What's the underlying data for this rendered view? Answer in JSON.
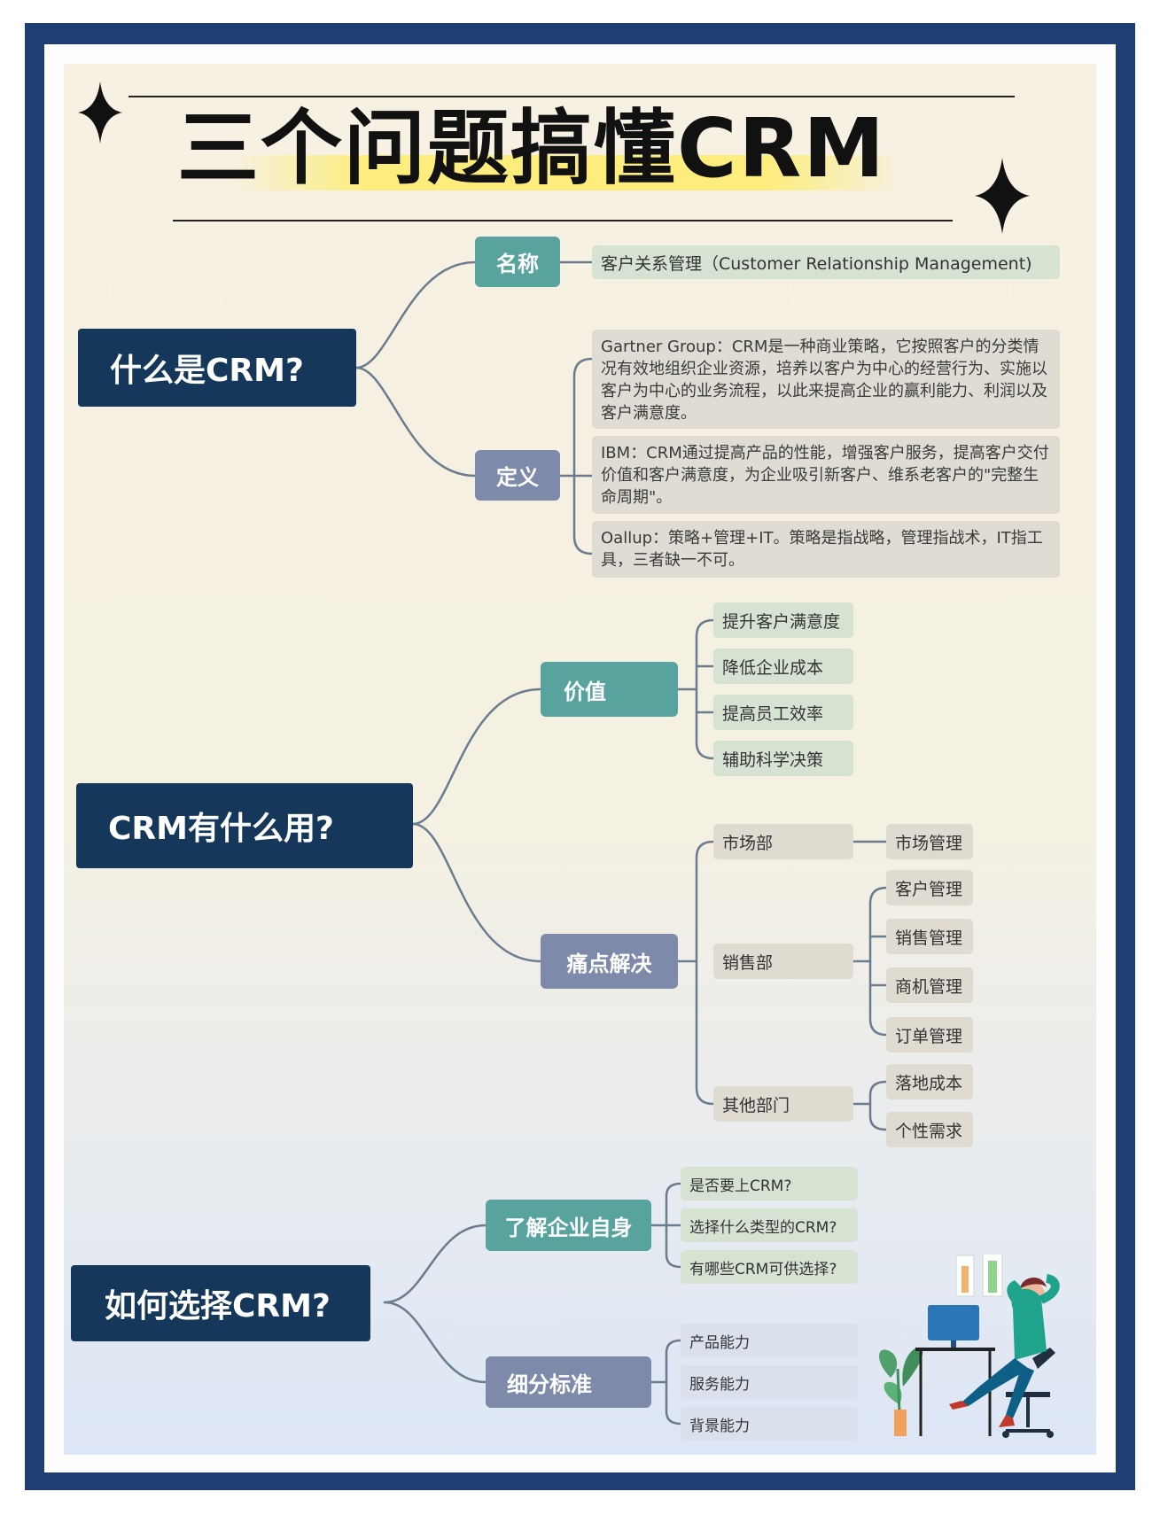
{
  "title": "三个问题搞懂CRM",
  "sections": {
    "what": {
      "label": "什么是CRM?",
      "name": {
        "label": "名称",
        "value": "客户关系管理（Customer Relationship Management)"
      },
      "definition": {
        "label": "定义",
        "items": [
          "Gartner Group：CRM是一种商业策略，它按照客户的分类情况有效地组织企业资源，培养以客户为中心的经营行为、实施以客户为中心的业务流程，以此来提高企业的赢利能力、利润以及客户满意度。",
          "IBM：CRM通过提高产品的性能，增强客户服务，提高客户交付价值和客户满意度，为企业吸引新客户、维系老客户的\"完整生命周期\"。",
          "Oallup：策略+管理+IT。策略是指战略，管理指战术，IT指工具，三者缺一不可。"
        ]
      }
    },
    "use": {
      "label": "CRM有什么用?",
      "value": {
        "label": "价值",
        "items": [
          "提升客户满意度",
          "降低企业成本",
          "提高员工效率",
          "辅助科学决策"
        ]
      },
      "pain": {
        "label": "痛点解决",
        "depts": [
          {
            "name": "市场部",
            "items": [
              "市场管理"
            ]
          },
          {
            "name": "销售部",
            "items": [
              "客户管理",
              "销售管理",
              "商机管理",
              "订单管理"
            ]
          },
          {
            "name": "其他部门",
            "items": [
              "落地成本",
              "个性需求"
            ]
          }
        ]
      }
    },
    "choose": {
      "label": "如何选择CRM?",
      "know": {
        "label": "了解企业自身",
        "items": [
          "是否要上CRM?",
          "选择什么类型的CRM?",
          "有哪些CRM可供选择?"
        ]
      },
      "criteria": {
        "label": "细分标准",
        "items": [
          "产品能力",
          "服务能力",
          "背景能力"
        ]
      }
    }
  },
  "colors": {
    "frame": "#1f3e73",
    "main_node": "#14375a",
    "teal_node": "#58a39d",
    "slate_node": "#7d8aaa",
    "connector": "#6b7c8f"
  }
}
